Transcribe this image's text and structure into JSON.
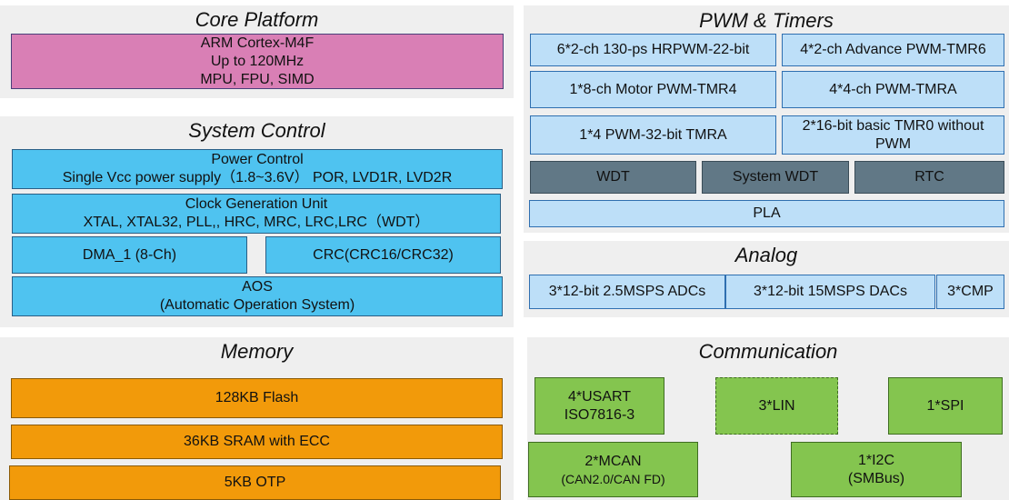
{
  "core": {
    "title": "Core Platform",
    "cpu_line1": "ARM Cortex-M4F",
    "cpu_line2": "Up to 120MHz",
    "cpu_line3": "MPU, FPU, SIMD"
  },
  "system": {
    "title": "System Control",
    "power_line1": "Power Control",
    "power_line2": "Single Vcc power supply（1.8~3.6V） POR, LVD1R, LVD2R",
    "clock_line1": "Clock Generation Unit",
    "clock_line2": "XTAL, XTAL32, PLL,, HRC, MRC, LRC,LRC（WDT）",
    "dma": "DMA_1 (8-Ch)",
    "crc": "CRC(CRC16/CRC32)",
    "aos_line1": "AOS",
    "aos_line2": "(Automatic Operation System)"
  },
  "memory": {
    "title": "Memory",
    "flash": "128KB Flash",
    "sram": "36KB SRAM with ECC",
    "otp": "5KB OTP"
  },
  "pwm": {
    "title": "PWM & Timers",
    "hrpwm": "6*2-ch 130-ps HRPWM-22-bit",
    "tmr6": "4*2-ch Advance PWM-TMR6",
    "tmr4": "1*8-ch Motor PWM-TMR4",
    "tmra4": "4*4-ch PWM-TMRA",
    "tmra32": "1*4 PWM-32-bit TMRA",
    "tmr0_line1": "2*16-bit basic TMR0 without",
    "tmr0_line2": "PWM",
    "wdt": "WDT",
    "swdt": "System WDT",
    "rtc": "RTC",
    "pla": "PLA"
  },
  "analog": {
    "title": "Analog",
    "adc": "3*12-bit  2.5MSPS ADCs",
    "dac": "3*12-bit  15MSPS DACs",
    "cmp": "3*CMP"
  },
  "comm": {
    "title": "Communication",
    "usart_line1": "4*USART",
    "usart_line2": "ISO7816-3",
    "lin": "3*LIN",
    "spi": "1*SPI",
    "mcan_line1": "2*MCAN",
    "mcan_line2": "(CAN2.0/CAN FD)",
    "i2c_line1": "1*I2C",
    "i2c_line2": "(SMBus)"
  },
  "colors": {
    "core": "#d97fb5",
    "system": "#4fc3f0",
    "pwm": "#bddff8",
    "watchdog": "#617886",
    "memory": "#f29a0a",
    "comm": "#84c54f"
  }
}
